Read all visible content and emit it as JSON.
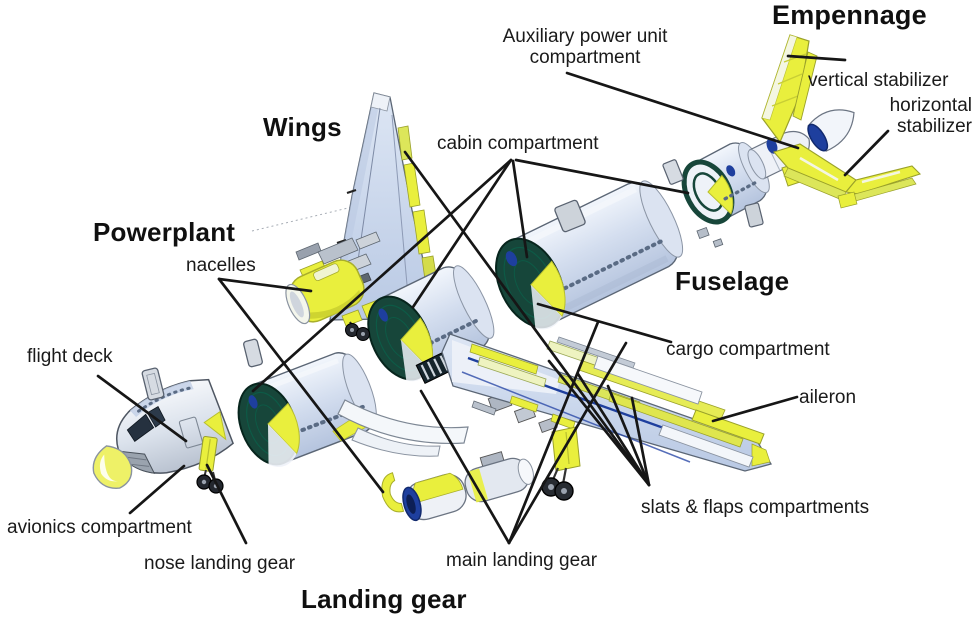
{
  "figure": {
    "description": "Exploded-view diagram of airplane major components",
    "section_headings": {
      "empennage": "Empennage",
      "wings": "Wings",
      "powerplant": "Powerplant",
      "fuselage": "Fuselage",
      "landing_gear": "Landing gear"
    },
    "part_labels": {
      "apu_line1": "Auxiliary power unit",
      "apu_line2": "compartment",
      "vertical_stabilizer": "vertical stabilizer",
      "horizontal_stabilizer_line1": "horizontal",
      "horizontal_stabilizer_line2": "stabilizer",
      "cabin_compartment": "cabin compartment",
      "nacelles": "nacelles",
      "cargo_compartment": "cargo compartment",
      "aileron": "aileron",
      "flight_deck": "flight deck",
      "avionics_compartment": "avionics compartment",
      "nose_landing_gear": "nose landing gear",
      "main_landing_gear": "main landing gear",
      "slats_flaps": "slats & flaps compartments"
    },
    "colors": {
      "component_yellow": "#e9ef3d",
      "fuselage_blue": "#ccd9ee",
      "bulkhead_green": "#17463a",
      "detail_blue": "#1e3f9e",
      "leader_line": "#161616",
      "text": "#1a1a1a",
      "background": "#ffffff"
    }
  }
}
